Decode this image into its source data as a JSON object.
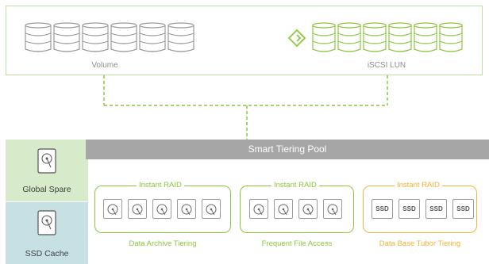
{
  "top": {
    "volume_label": "Volume",
    "iscsi_label": "iSCSI LUN"
  },
  "pool": {
    "title": "Smart Tiering Pool"
  },
  "spares": {
    "global_spare": "Global Spare",
    "ssd_cache": "SSD Cache"
  },
  "groups": [
    {
      "raid_label": "Instant RAID",
      "tier_label": "Data Archive Tiering",
      "disk_type": "hdd",
      "disk_count": 5,
      "color": "#8cc63f"
    },
    {
      "raid_label": "Instant RAID",
      "tier_label": "Frequent File Access",
      "disk_type": "hdd",
      "disk_count": 4,
      "color": "#8cc63f"
    },
    {
      "raid_label": "Instant RAID",
      "tier_label": "Data Base Tubor Tiering",
      "disk_type": "ssd",
      "disk_count": 4,
      "color": "#f5b335",
      "disk_text": "SSD"
    }
  ],
  "colors": {
    "green": "#8cc63f",
    "orange": "#f5b335",
    "gray_header": "#a6a6a6"
  }
}
